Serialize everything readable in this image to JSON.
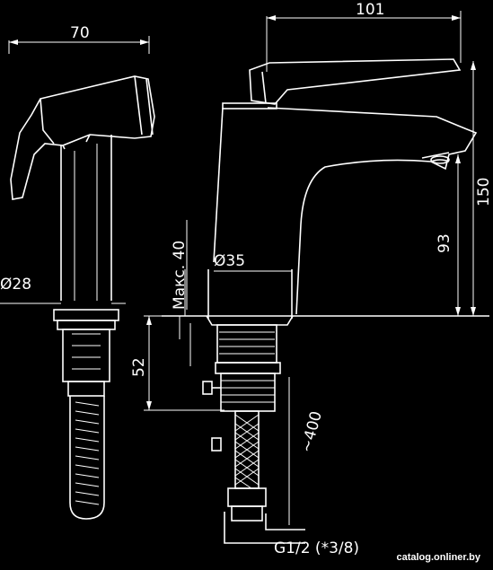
{
  "dimensions": {
    "width_70": "70",
    "width_101": "101",
    "height_150": "150",
    "height_93": "93",
    "dia_28": "Ø28",
    "dia_35": "Ø35",
    "max_40": "Макс. 40",
    "height_52": "52",
    "hose_400": "~400",
    "thread": "G1/2  (*3/8)"
  },
  "watermark": "catalog.onliner.by",
  "colors": {
    "background": "#000000",
    "lines": "#ffffff"
  }
}
